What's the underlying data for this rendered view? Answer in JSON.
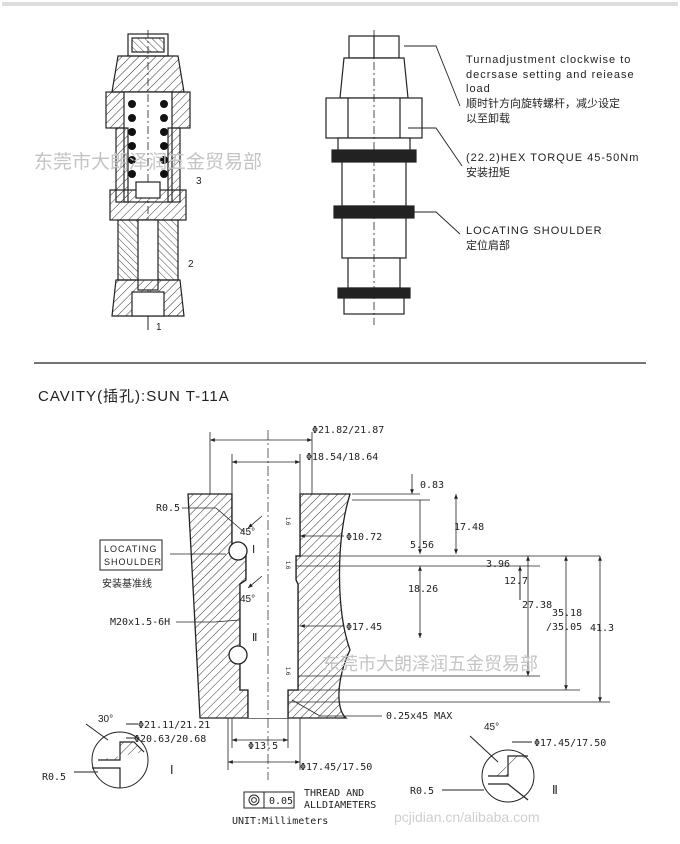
{
  "top": {
    "callout_adjust_en": "Turnadjustment clockwise to decrsase setting and reiease load",
    "callout_adjust_en_l1": "Turnadjustment clockwise to",
    "callout_adjust_en_l2": "decrsase setting and reiease",
    "callout_adjust_en_l3": "load",
    "callout_adjust_cn_l1": "顺时针方向旋转螺杆，减少设定",
    "callout_adjust_cn_l2": "以至卸载",
    "callout_hex_en": "(22.2)HEX TORQUE 45-50Nm",
    "callout_hex_cn": "安装扭矩",
    "callout_shoulder_en": "LOCATING SHOULDER",
    "callout_shoulder_cn": "定位肩部",
    "port_3": "3",
    "port_2": "2",
    "port_1": "1",
    "watermark": "东莞市大朗泽润五金贸易部"
  },
  "cavity": {
    "title": "CAVITY(插孔):SUN T-11A",
    "dims": {
      "d_21_82": "Φ21.82/21.87",
      "d_18_54": "Φ18.54/18.64",
      "d_10_72": "Φ10.72",
      "d_17_45": "Φ17.45",
      "d_13_5": "Φ13.5",
      "d_17_45_50": "Φ17.45/17.50",
      "v_0_83": "0.83",
      "v_17_48": "17.48",
      "v_5_56": "5.56",
      "v_3_96": "3.96",
      "v_18_26": "18.26",
      "v_12_7": "12.7",
      "v_27_38": "27.38",
      "v_35_18": "35.18",
      "v_35_05": "/35.05",
      "v_41_3": "41.3",
      "r0_5": "R0.5",
      "angle45": "45°",
      "thread": "M20x1.5-6H",
      "chamfer": "0.25x45 MAX",
      "rough": "1.6",
      "roman1": "Ⅰ",
      "roman2": "Ⅱ"
    },
    "locating_l1": "LOCATING",
    "locating_l2": "SHOULDER",
    "locating_cn": "安装基准线",
    "detail1": {
      "angle": "30°",
      "d1": "Φ21.11/21.21",
      "d2": "Φ20.63/20.68",
      "r": "R0.5",
      "label": "Ⅰ"
    },
    "detail2": {
      "angle": "45°",
      "d": "Φ17.45/17.50",
      "r": "R0.5",
      "label": "Ⅱ"
    },
    "tolerance": "0.05",
    "thread_note_l1": "THREAD AND",
    "thread_note_l2": "ALLDIAMETERS",
    "unit": "UNIT:Millimeters",
    "watermark": "东莞市大朗泽润五金贸易部",
    "watermark_url": "pcjidian.cn/alibaba.com"
  }
}
